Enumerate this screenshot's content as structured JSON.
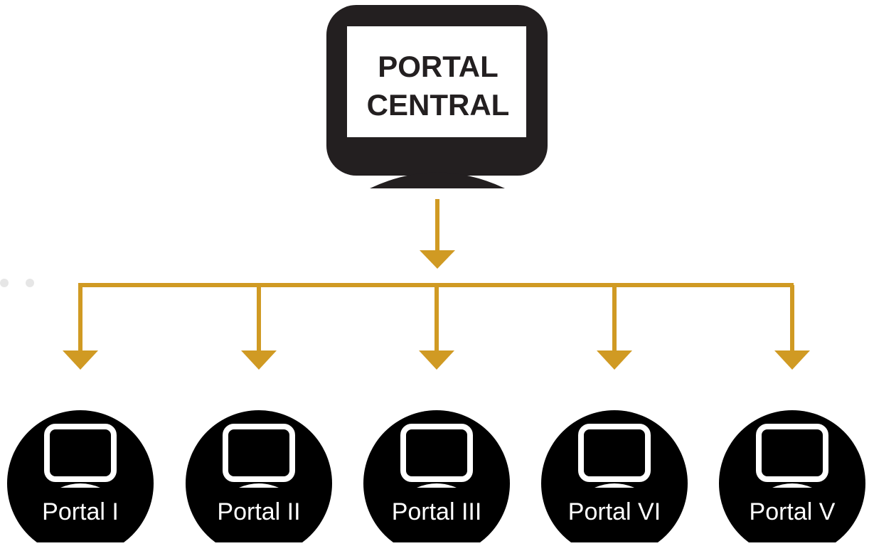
{
  "central": {
    "label_line1": "PORTAL",
    "label_line2": "CENTRAL"
  },
  "portals": [
    {
      "label": "Portal I"
    },
    {
      "label": "Portal II"
    },
    {
      "label": "Portal III"
    },
    {
      "label": "Portal VI"
    },
    {
      "label": "Portal V"
    }
  ],
  "colors": {
    "connector": "#d09a23",
    "monitor": "#231f20",
    "screen": "#ffffff",
    "node": "#000000",
    "node_text": "#ffffff",
    "decor_dots": "#e6e6e6"
  },
  "icons": {
    "central": "monitor-icon",
    "portal": "monitor-icon"
  }
}
